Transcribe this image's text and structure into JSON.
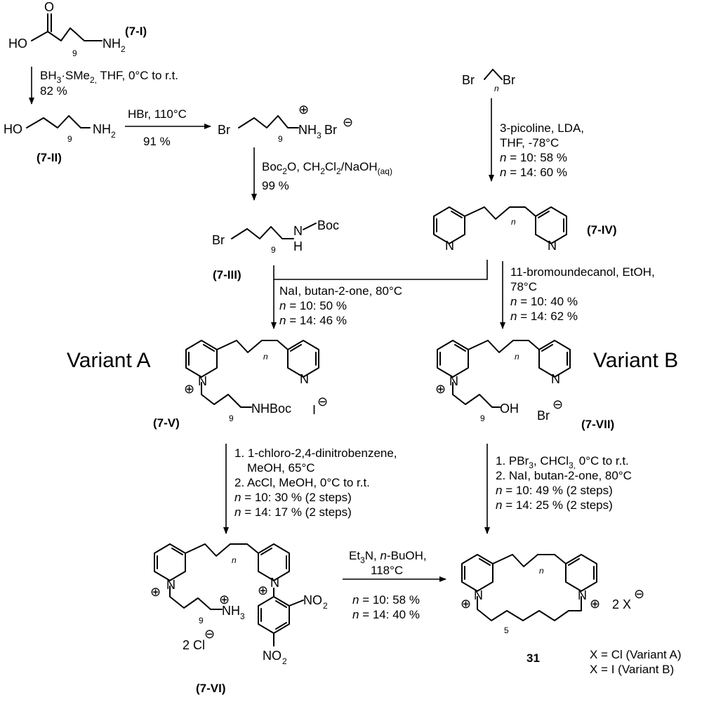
{
  "variants": {
    "a": "Variant A",
    "b": "Variant B"
  },
  "compounds": {
    "c7I": "(7-I)",
    "c7II": "(7-II)",
    "c7III": "(7-III)",
    "c7IV": "(7-IV)",
    "c7V": "(7-V)",
    "c7VI": "(7-VI)",
    "c7VII": "(7-VII)",
    "c31": "31"
  },
  "atoms": {
    "HO": "HO",
    "NH2": "NH",
    "two": "2",
    "Br": "Br",
    "NH3": "NH",
    "three": "3",
    "N": "N",
    "H": "H",
    "Boc": "Boc",
    "NHBoc": "NHBoc",
    "OH": "OH",
    "I": "I",
    "Cl": "Cl",
    "NO2": "NO",
    "X": "X",
    "O": "O"
  },
  "indices": {
    "nine": "9",
    "n": "n",
    "five": "5"
  },
  "charges": {
    "plus": "⊕",
    "minus": "⊖"
  },
  "salts": {
    "two_x": "2 X",
    "two_cl": "2 Cl",
    "br_anion": "Br"
  },
  "conditions": {
    "s1": {
      "a": "BH",
      "b": "3",
      "c": "·SMe",
      "d": "2,",
      "e": " THF, 0°C to r.t.",
      "yield": "82 %"
    },
    "s2": {
      "reagent": "HBr, 110°C",
      "yield": "91 %"
    },
    "s3": {
      "a": "Boc",
      "b": "2",
      "c": "O, CH",
      "d": "2",
      "e": "Cl",
      "f": "2",
      "g": "/NaOH",
      "h": "(aq)",
      "yield": "99 %"
    },
    "s4": {
      "l1": "3-picoline, LDA,",
      "l2": "THF, -78°C",
      "l3a": "n",
      "l3b": " = 10: 58 %",
      "l4a": "n",
      "l4b": " = 14: 60 %"
    },
    "s5": {
      "l1": "NaI, butan-2-one, 80°C",
      "l2a": "n",
      "l2b": " = 10: 50 %",
      "l3a": "n",
      "l3b": " = 14: 46 %"
    },
    "s6": {
      "l1": "11-bromoundecanol, EtOH,",
      "l2": "78°C",
      "l3a": "n",
      "l3b": " = 10: 40 %",
      "l4a": "n",
      "l4b": " = 14: 62 %"
    },
    "s7": {
      "l1": "1. 1-chloro-2,4-dinitrobenzene,",
      "l2": "MeOH, 65°C",
      "l3": "2. AcCl, MeOH, 0°C to r.t.",
      "l4a": "n",
      "l4b": " = 10: 30 % (2 steps)",
      "l5a": "n",
      "l5b": " = 14: 17 % (2 steps)"
    },
    "s8": {
      "l1a": "1. PBr",
      "l1b": "3",
      "l1c": ", CHCl",
      "l1d": "3,",
      "l1e": " 0°C to r.t.",
      "l2": "2. NaI, butan-2-one, 80°C",
      "l3a": "n",
      "l3b": " = 10: 49 % (2 steps)",
      "l4a": "n",
      "l4b": " = 14: 25 % (2 steps)"
    },
    "s9": {
      "l1a": "Et",
      "l1b": "3",
      "l1c": "N, ",
      "l1d": "n",
      "l1e": "-BuOH,",
      "l2": "118°C",
      "l3a": "n",
      "l3b": " = 10: 58 %",
      "l4a": "n",
      "l4b": " = 14: 40 %"
    }
  },
  "legend": {
    "xa": "X = Cl (Variant A)",
    "xb": "X = I (Variant B)"
  }
}
